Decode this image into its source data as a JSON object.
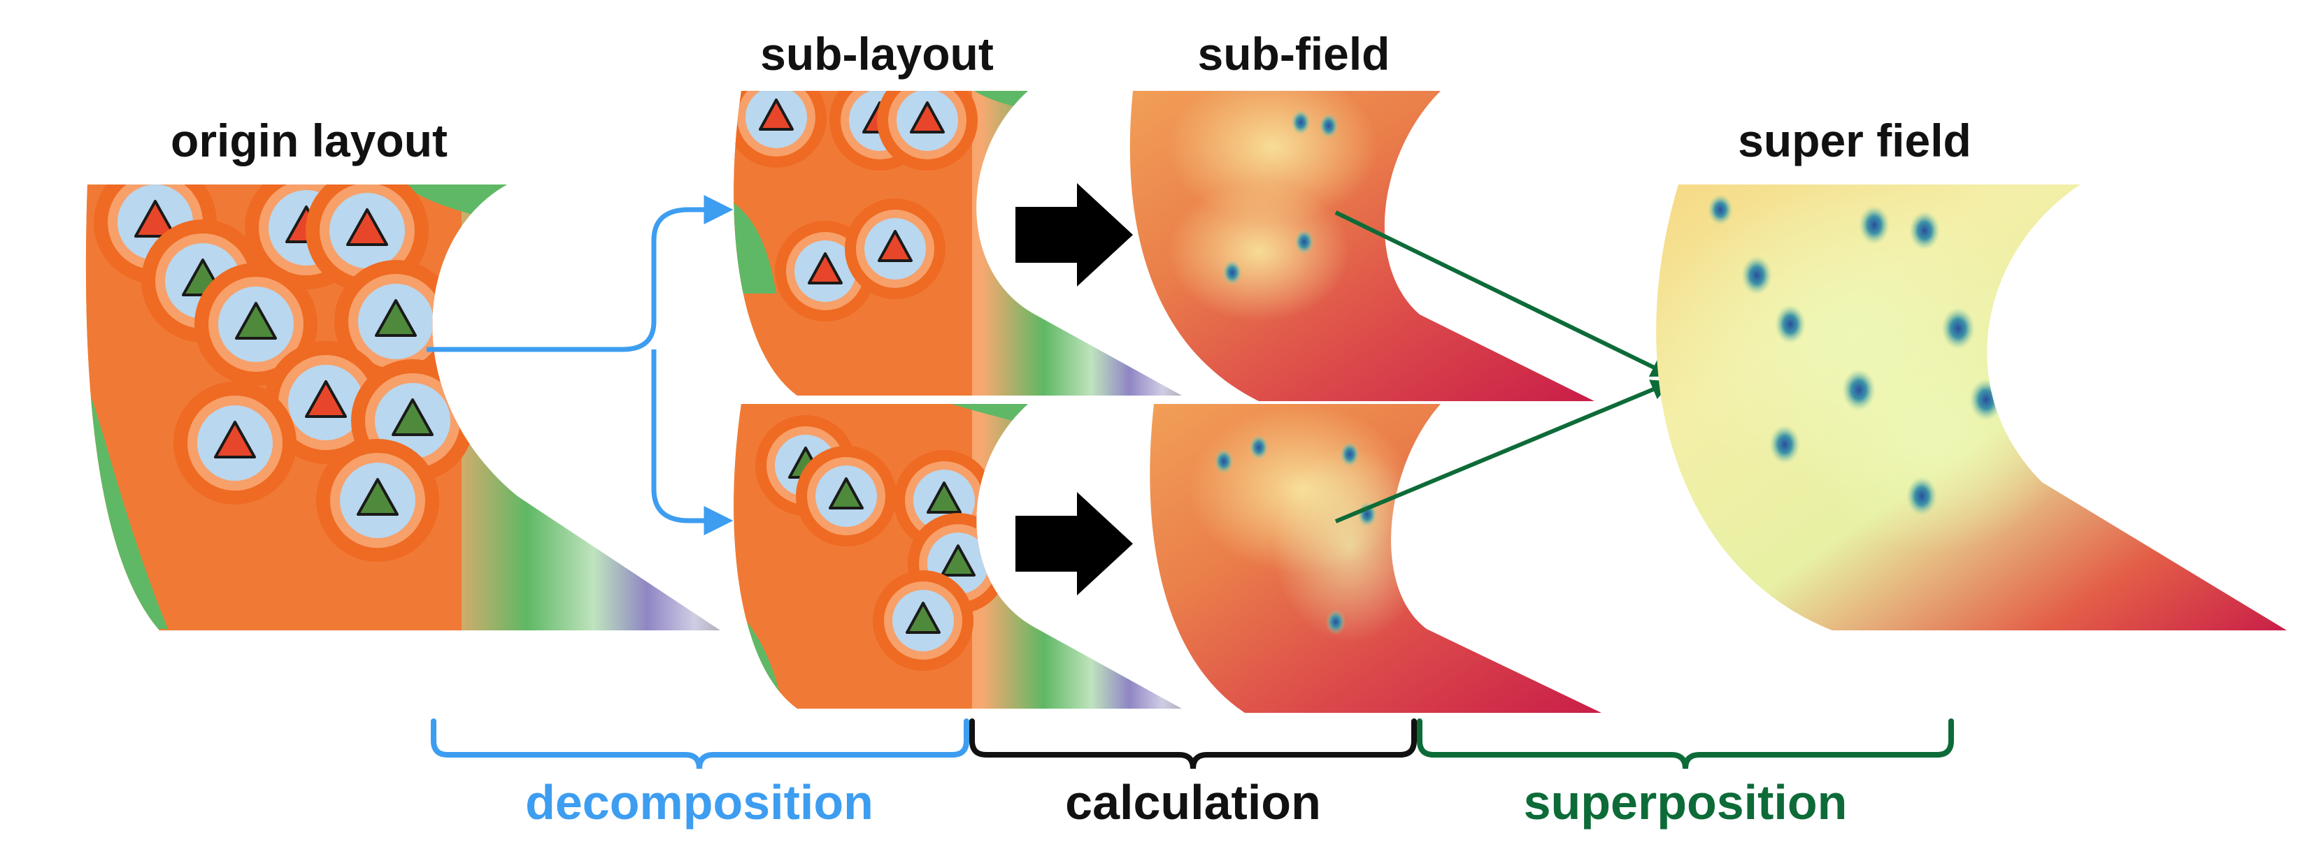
{
  "panels": {
    "origin": {
      "title": "origin layout"
    },
    "sub_layout": {
      "title": "sub-layout"
    },
    "sub_field": {
      "title": "sub-field"
    },
    "super_field": {
      "title": "super field"
    }
  },
  "stages": {
    "decomposition": {
      "label": "decomposition",
      "color": "#3d9df0"
    },
    "calculation": {
      "label": "calculation",
      "color": "#111111"
    },
    "superposition": {
      "label": "superposition",
      "color": "#0d6b38"
    }
  },
  "marker_colors": {
    "red_triangle": "#e8462a",
    "green_triangle": "#4f8a3c",
    "halo": "#b9d7ee"
  },
  "field_colors": {
    "low": "#c8194a",
    "mid": "#f0a050",
    "high": "#f6f5b0",
    "core": "#2a5ca8"
  }
}
